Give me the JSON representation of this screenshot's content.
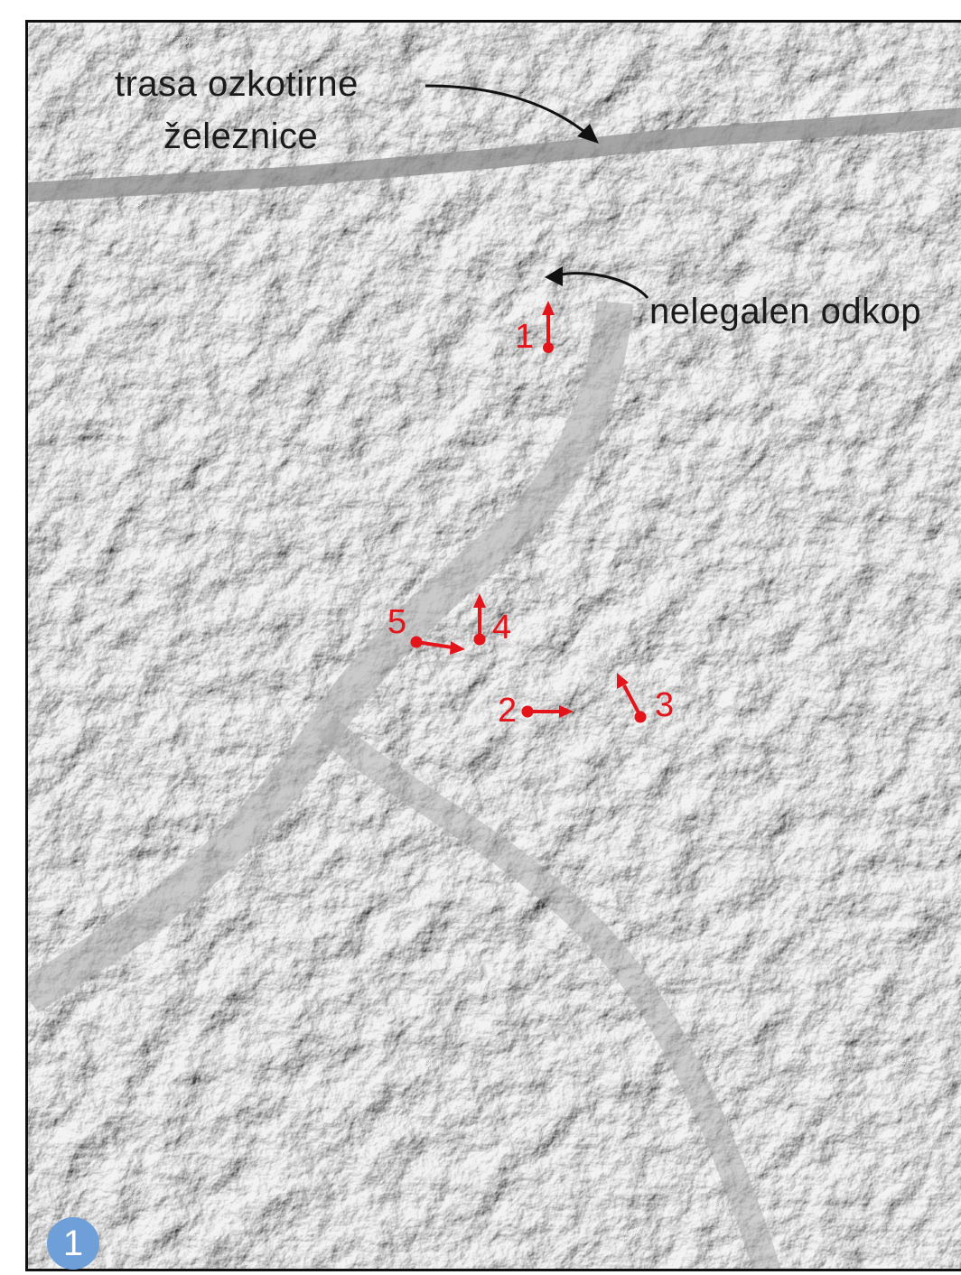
{
  "annotations": {
    "railway_label_line1": "trasa ozkotirne",
    "railway_label_line2": "železnice",
    "excavation_label": "nelegalen odkop"
  },
  "viewpoints": [
    {
      "number": "1",
      "direction": "north"
    },
    {
      "number": "2",
      "direction": "east"
    },
    {
      "number": "3",
      "direction": "north-west"
    },
    {
      "number": "4",
      "direction": "north"
    },
    {
      "number": "5",
      "direction": "east"
    }
  ],
  "figure_badge": "1",
  "colors": {
    "viewpoint": "#e4141b",
    "badge": "#6f9fd8",
    "terrain_light": "#d4d4d4",
    "terrain_dark": "#3a3a3a"
  }
}
